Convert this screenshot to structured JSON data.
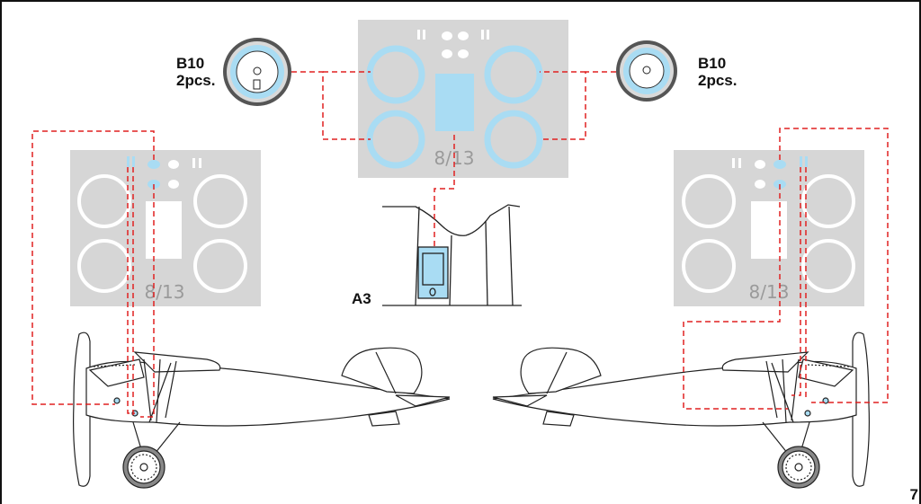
{
  "labels": {
    "left_part": "B10",
    "left_qty": "2pcs.",
    "right_part": "B10",
    "right_qty": "2pcs.",
    "detail": "A3"
  },
  "sheets": {
    "top_code": "8/13",
    "left_code": "8/13",
    "right_code": "8/13"
  },
  "page_number": "7",
  "colors": {
    "mask_blue": "#a9dcf3",
    "sheet_gray": "#d6d6d6",
    "guide_red": "#e02020",
    "outline": "#1a1a1a"
  }
}
